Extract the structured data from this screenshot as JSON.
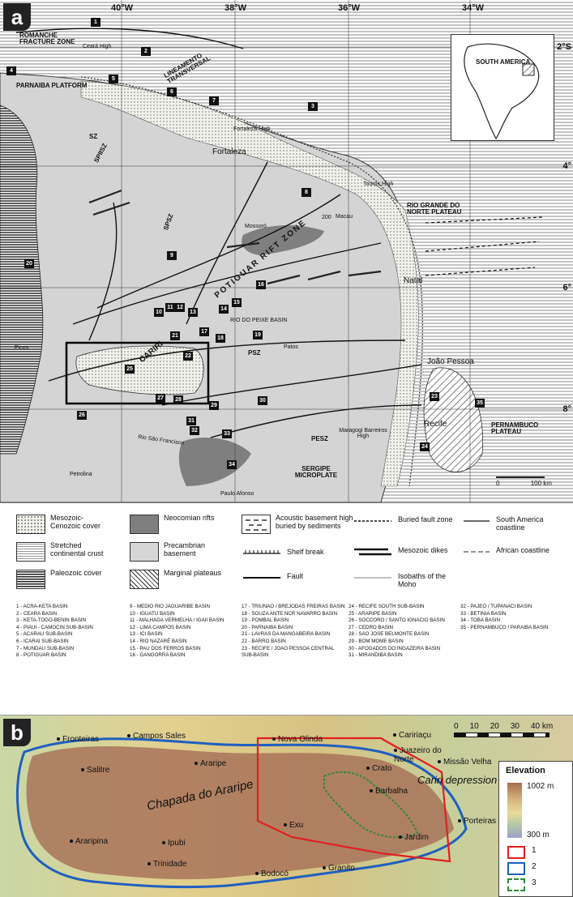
{
  "panel_a": {
    "letter": "a",
    "longitudes": [
      "40°W",
      "38°W",
      "36°W",
      "34°W"
    ],
    "latitudes": [
      "2°S",
      "4°",
      "6°",
      "8°"
    ],
    "inset": {
      "label": "SOUTH AMERICA"
    },
    "scale": {
      "zero": "0",
      "end": "100 km"
    },
    "map_labels": [
      "ROMANCHE FRACTURE ZONE",
      "Ceará High",
      "LINEAMENTO TRANSVERSAL",
      "PARNAIBA PLATFORM",
      "Fortaleza High",
      "Fortaleza",
      "SZ",
      "SPIISZ",
      "SPSZ",
      "Touros High",
      "RIO GRANDE DO NORTE PLATEAU",
      "Mossoró",
      "Macau",
      "POTIGUAR RIFT ZONE",
      "Natal",
      "RIO DO PEIXE BASIN",
      "CARIRI",
      "PSZ",
      "Patos",
      "Picos",
      "João Pessoa",
      "Recife",
      "PERNAMBUCO PLATEAU",
      "Maragogi Barreiros High",
      "PESZ",
      "SERGIPE MICROPLATE",
      "Rio São Francisco",
      "Petrolina",
      "Paulo Afonso",
      "200"
    ],
    "number_labels": [
      "1",
      "2",
      "3",
      "4",
      "5",
      "6",
      "7",
      "8",
      "9",
      "10",
      "11",
      "12",
      "13",
      "14",
      "15",
      "16",
      "17",
      "18",
      "19",
      "20",
      "21",
      "22",
      "23",
      "24",
      "25",
      "26",
      "27",
      "28",
      "29",
      "30",
      "31",
      "32",
      "33",
      "34",
      "35"
    ]
  },
  "legend": {
    "items": [
      {
        "swatch": "dots",
        "label": "Mesozoic-Cenozoic cover"
      },
      {
        "swatch": "stretched",
        "label": "Stretched continental crust"
      },
      {
        "swatch": "paleo",
        "label": "Paleozoic cover"
      },
      {
        "swatch": "neocom",
        "label": "Neocomian rifts"
      },
      {
        "swatch": "precamb",
        "label": "Precambrian basement"
      },
      {
        "swatch": "marginal",
        "label": "Marginal plateaus"
      },
      {
        "swatch": "acoustic",
        "label": "Acoustic basement high buried by sediments"
      },
      {
        "swatch": "shelf",
        "label": "Shelf break"
      },
      {
        "swatch": "fault",
        "label": "Fault"
      },
      {
        "swatch": "buried",
        "label": "Buried fault zone"
      },
      {
        "swatch": "dikes",
        "label": "Mesozoic dikes"
      },
      {
        "swatch": "isobath",
        "label": "Isobaths of the Moho"
      },
      {
        "swatch": "sa-coast",
        "label": "South America coastline"
      },
      {
        "swatch": "af-coast",
        "label": "African coastline"
      }
    ],
    "basins_col1": "1 - ACRA-KETA BASIN\n2 - CEARA BASIN\n3 - KETA-TOGO-BENIN BASIN\n4 - PIAUI - CAMOCIN SUB-BASIN\n5 - ACARAU SUB-BASIN\n6 - ICARAI SUB-BASIN\n7 - MUNDAU SUB-BASIN\n8 - POTIGUAR BASIN",
    "basins_col2": "9 - MEDIO RIO JAGUARIBE BASIN\n10 - IGUATU BASIN\n11 - MALHADA VERMELHA / IGAII BASIN\n12 - LIMA CAMPOS BASIN\n13 - ICI BASIN\n14 - RIO NAZARÉ BASIN\n15 - PAU DOS FERROS BASIN\n16 - GANGORRA BASIN",
    "basins_col3": "17 - TRIUNAO / BREJODAS FREIRAS BASIN\n18 - SOUZA ANTE NCR NAVARRO BASIN\n19 - POMBAL BASIN\n20 - PARNAIBA BASIN\n21 - LAVRAS DA MANGABEIRA BASIN\n22 - BARRO BASIN\n23 - RECIFE / JOAO PESSOA CENTRAL\nSUB-BASIN",
    "basins_col4": "24 - RECIFE SOUTH SUB-BASIN\n25 - ARARIPE BASIN\n26 - SOCCORO / SANTO IGNACIO BASIN\n27 - CEDRO BASIN\n28 - SAO JOSE BELMONTE BASIN\n29 - BOM MOME BASIN\n30 - AFOGADOS DO INGAZEIRA BASIN\n31 - MIRANDIBA BASIN",
    "basins_col5": "32 - PAJEO / TUPANACI BASIN\n33 - BETINIA BASIN\n34 - TOBA BASIN\n35 - PERNAMBUCO / PARAIBA BASIN"
  },
  "panel_b": {
    "letter": "b",
    "towns": [
      "Fronteiras",
      "Campos Sales",
      "Nova Olinda",
      "Caririaçu",
      "Juazeiro do Norte",
      "Missão Velha",
      "Salitre",
      "Araripe",
      "Crato",
      "Barbalha",
      "Porteiras",
      "Exu",
      "Jardim",
      "Araripina",
      "Ipubi",
      "Trinidade",
      "Bodocó",
      "Granito"
    ],
    "region_labels": [
      "Chapada do Araripe",
      "Cariri depression"
    ],
    "scale": {
      "ticks": [
        "0",
        "10",
        "20",
        "30",
        "40 km"
      ]
    },
    "elevation_legend": {
      "title": "Elevation",
      "max": "1002 m",
      "min": "300 m",
      "keys": [
        {
          "label": "1",
          "color": "#e02020"
        },
        {
          "label": "2",
          "color": "#1f5fbf"
        },
        {
          "label": "3",
          "color": "#2a8a3a"
        }
      ]
    }
  }
}
